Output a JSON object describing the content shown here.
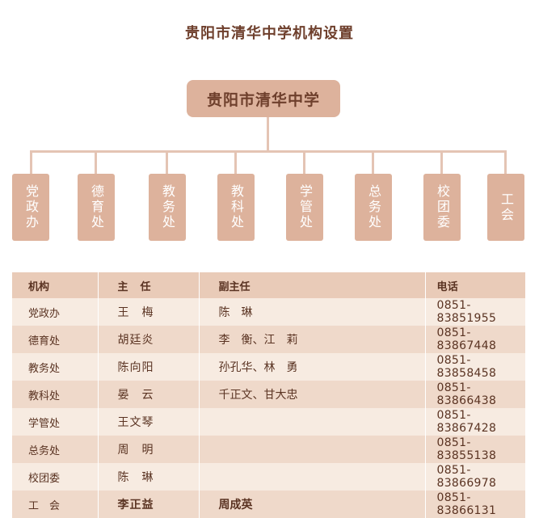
{
  "title": "贵阳市清华中学机构设置",
  "org_chart": {
    "root": "贵阳市清华中学",
    "departments": [
      "党政办",
      "德育处",
      "教务处",
      "教科处",
      "学管处",
      "总务处",
      "校团委",
      "工会"
    ]
  },
  "table": {
    "headers": {
      "org": "机构",
      "head": "主　任",
      "deputy": "副主任",
      "phone": "电话"
    },
    "rows": [
      {
        "org": "党政办",
        "head": "王　梅",
        "deputy": "陈　琳",
        "phone": "0851-83851955"
      },
      {
        "org": "德育处",
        "head": "胡廷炎",
        "deputy": "李　衡、江　莉",
        "phone": "0851-83867448"
      },
      {
        "org": "教务处",
        "head": "陈向阳",
        "deputy": "孙孔华、林　勇",
        "phone": "0851-83858458"
      },
      {
        "org": "教科处",
        "head": "晏　云",
        "deputy": "千正文、甘大忠",
        "phone": "0851-83866438"
      },
      {
        "org": "学管处",
        "head": "王文琴",
        "deputy": "",
        "phone": "0851-83867428"
      },
      {
        "org": "总务处",
        "head": "周　明",
        "deputy": "",
        "phone": "0851-83855138"
      },
      {
        "org": "校团委",
        "head": "陈　琳",
        "deputy": "",
        "phone": "0851-83866978"
      },
      {
        "org": "工　会",
        "head": "李正益",
        "deputy": "周成英",
        "phone": "0851-83866131"
      }
    ]
  }
}
